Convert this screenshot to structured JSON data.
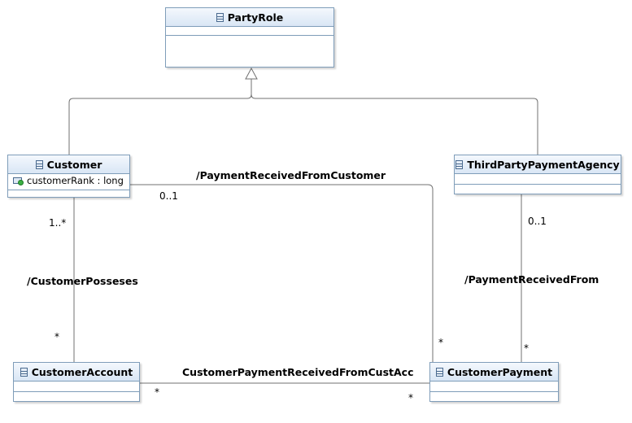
{
  "classes": {
    "party_role": {
      "name": "PartyRole",
      "icon": "class-icon"
    },
    "customer": {
      "name": "Customer",
      "icon": "class-icon",
      "attributes": [
        {
          "text": "customerRank : long",
          "icon": "attribute-icon"
        }
      ]
    },
    "third_party": {
      "name": "ThirdPartyPaymentAgency",
      "icon": "class-icon"
    },
    "customer_account": {
      "name": "CustomerAccount",
      "icon": "class-icon"
    },
    "customer_payment": {
      "name": "CustomerPayment",
      "icon": "class-icon"
    }
  },
  "associations": {
    "payment_received_from_customer": {
      "name": "/PaymentReceivedFromCustomer",
      "mult_customer": "0..1",
      "mult_payment": "*"
    },
    "customer_posseses": {
      "name": "/CustomerPosseses",
      "mult_customer": "1..*",
      "mult_account": "*"
    },
    "payment_received_from": {
      "name": "/PaymentReceivedFrom",
      "mult_agency": "0..1",
      "mult_payment": "*"
    },
    "customer_payment_received_from_cust_acc": {
      "name": "CustomerPaymentReceivedFromCustAcc",
      "mult_account": "*",
      "mult_payment": "*"
    }
  },
  "colors": {
    "line": "#707070",
    "border": "#7f9db9",
    "header_top": "#f4f8fd",
    "header_bottom": "#d9e6f5"
  }
}
